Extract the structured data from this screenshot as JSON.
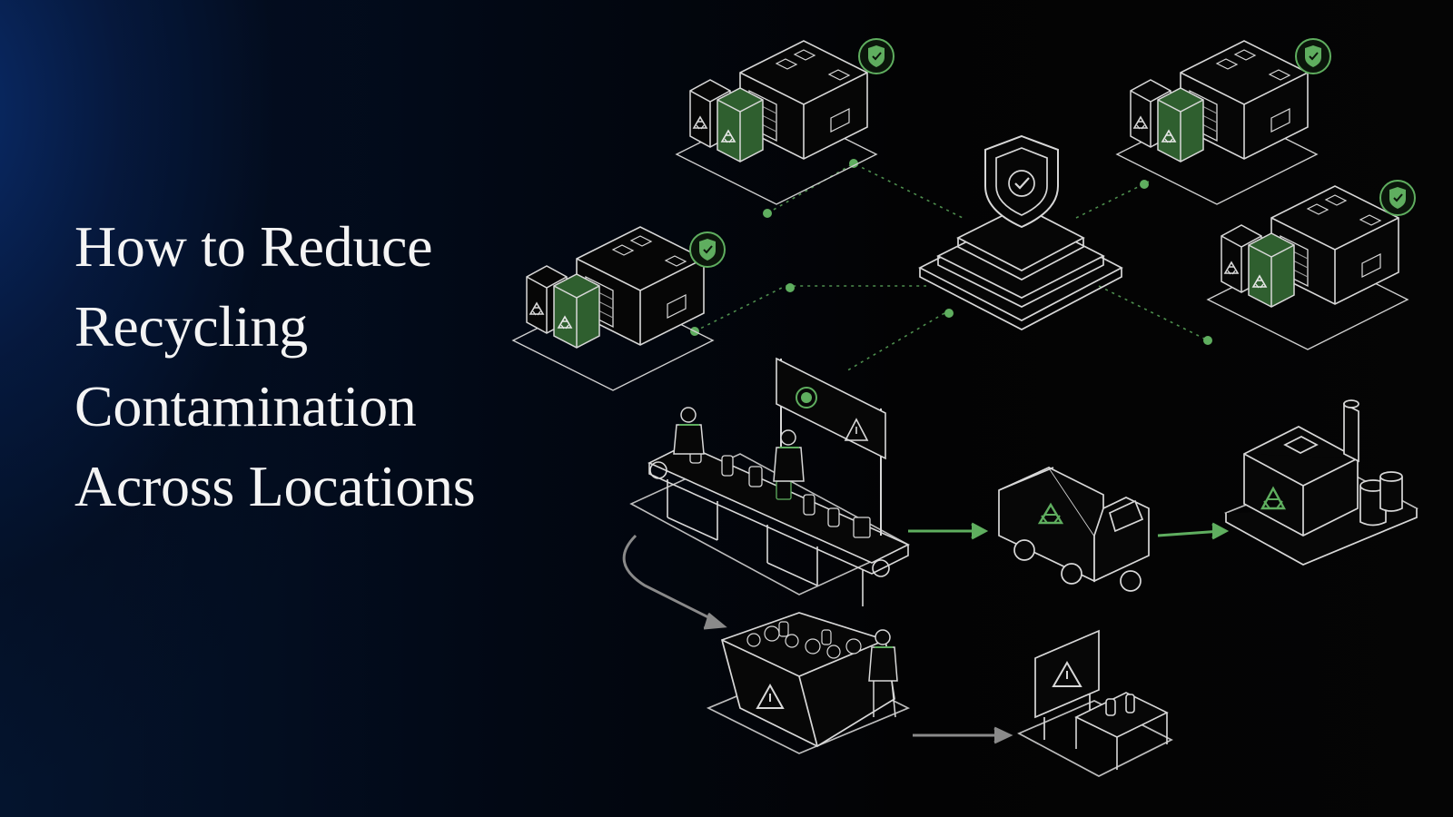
{
  "headline": {
    "lines": [
      "How to Reduce",
      "Recycling",
      "Contamination",
      "Across Locations"
    ]
  },
  "illustration": {
    "icons": [
      "warehouse-icon",
      "recycling-bin-icon",
      "check-shield-badge-icon",
      "central-shield-hub-icon",
      "conveyor-sorting-line-icon",
      "worker-icon",
      "monitor-warning-icon",
      "garbage-truck-icon",
      "recycling-facility-icon",
      "contamination-dumpster-icon",
      "warning-sign-icon",
      "inspection-table-icon"
    ]
  },
  "colors": {
    "background": "#050506",
    "navy_glow": "#0a2d6e",
    "title_text": "#f4f4f4",
    "line_art": "#d2d2d2",
    "accent_green": "#5fae5f",
    "bin_fill": "#2f5f2f",
    "reject_arrow": "#8a8a8a"
  }
}
